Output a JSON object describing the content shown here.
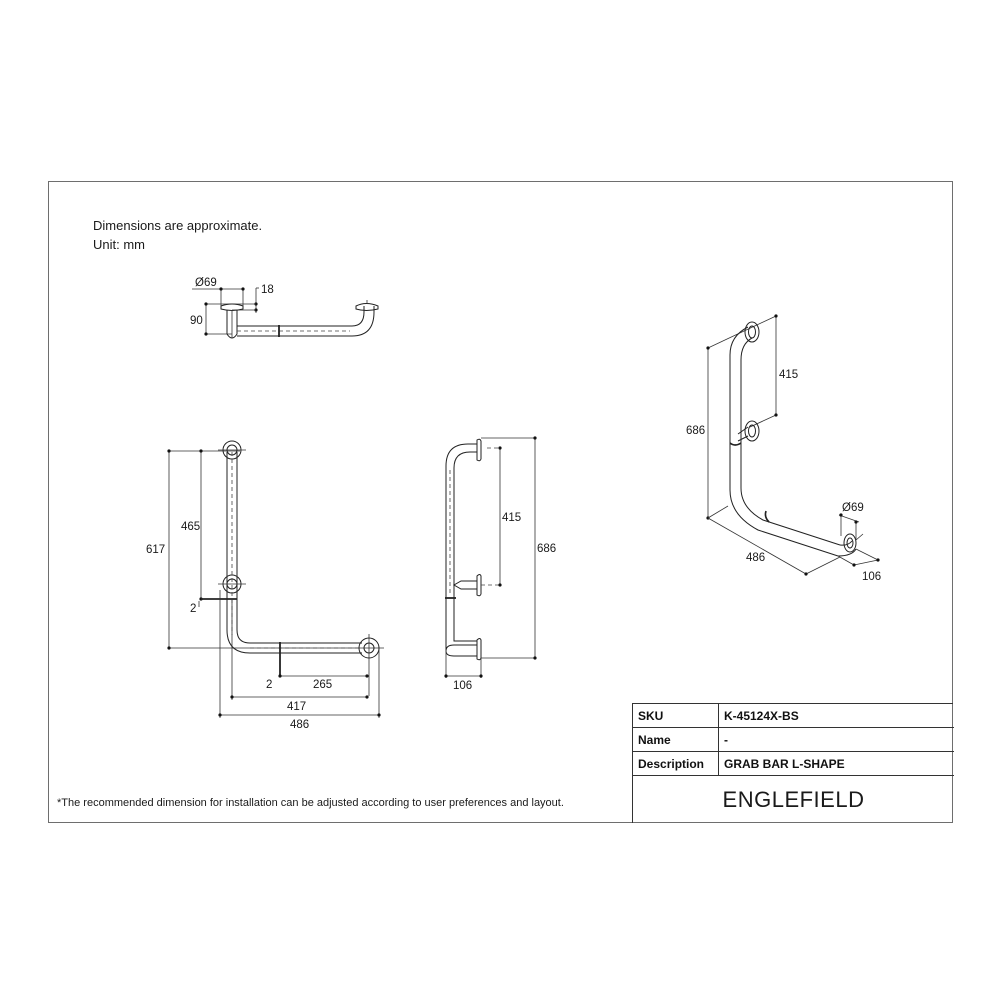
{
  "notes": {
    "line1": "Dimensions are approximate.",
    "line2": "Unit: mm"
  },
  "footnote": "*The recommended dimension for installation can be adjusted according to user preferences and layout.",
  "views": {
    "top": {
      "diameter": "Ø69",
      "flange": "18",
      "depth": "90"
    },
    "front": {
      "overall_height": "617",
      "upper_span": "465",
      "offset_v": "2",
      "offset_h": "2",
      "joint_to_end": "265",
      "center_span": "417",
      "overall_width": "486"
    },
    "side": {
      "mount_span": "415",
      "overall_height": "686",
      "depth": "106"
    },
    "isometric": {
      "mount_span": "415",
      "overall_height": "686",
      "diameter": "Ø69",
      "overall_width": "486",
      "depth": "106"
    }
  },
  "title_block": {
    "rows": [
      {
        "label": "SKU",
        "value": "K-45124X-BS"
      },
      {
        "label": "Name",
        "value": "-"
      },
      {
        "label": "Description",
        "value": "GRAB BAR L-SHAPE"
      }
    ],
    "brand": "ENGLEFIELD"
  }
}
